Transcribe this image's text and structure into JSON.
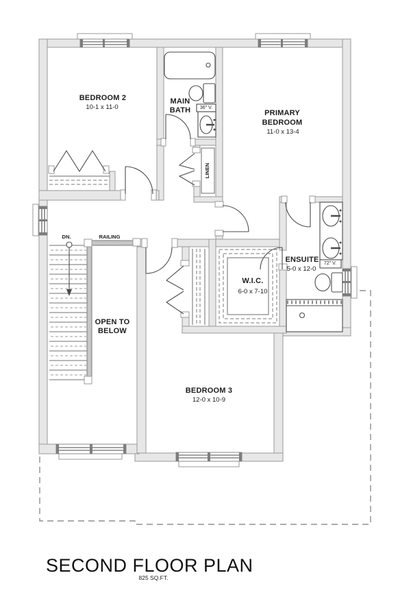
{
  "plan": {
    "title": "SECOND FLOOR PLAN",
    "area": "825 SQ.FT.",
    "rooms": {
      "bedroom2": {
        "name": "BEDROOM 2",
        "dims": "10-1 x 11-0"
      },
      "main_bath": {
        "line1": "MAIN",
        "line2": "BATH"
      },
      "primary": {
        "line1": "PRIMARY",
        "line2": "BEDROOM",
        "dims": "11-0 x 13-4"
      },
      "ensuite": {
        "name": "ENSUITE",
        "dims": "5-0 x 12-0"
      },
      "wic": {
        "name": "W.I.C.",
        "dims": "6-0 x 7-10"
      },
      "bedroom3": {
        "name": "BEDROOM 3",
        "dims": "12-0 x 10-9"
      },
      "linen": {
        "name": "LINEN"
      },
      "open_below": {
        "line1": "OPEN TO",
        "line2": "BELOW"
      }
    },
    "annotations": {
      "dn": "DN.",
      "railing": "RAILING",
      "vanity_36": "36\" V.",
      "vanity_72": "72\" V."
    },
    "colors": {
      "wall_fill": "#e7e7e7",
      "wall_stroke": "#9a9a9a",
      "line": "#4a4a4a"
    }
  }
}
